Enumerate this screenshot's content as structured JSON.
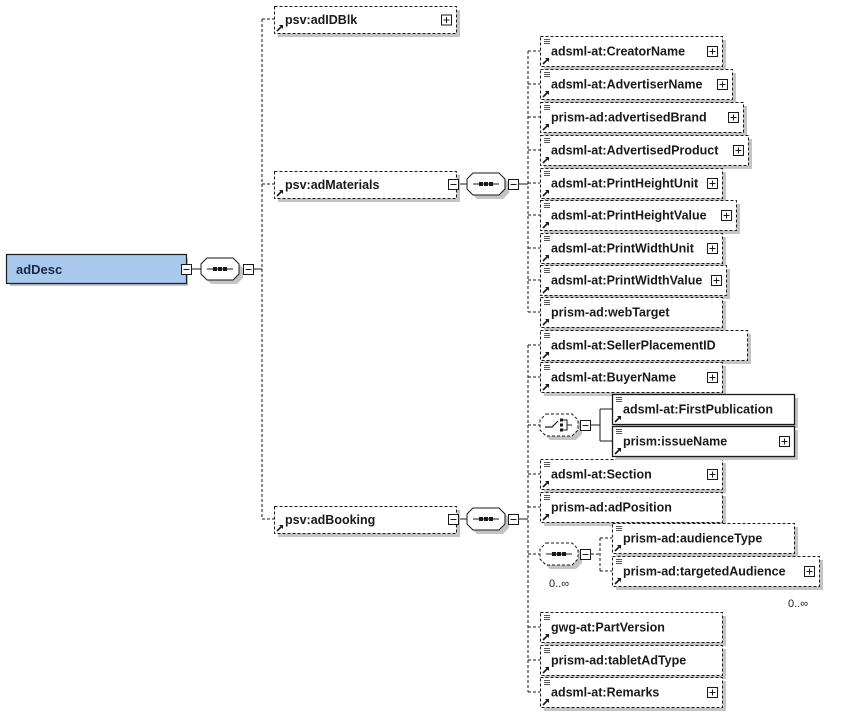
{
  "diagram": {
    "type": "xml-schema-tree",
    "colors": {
      "root_fill": "#a9c8ee",
      "root_border": "#1a1a1a",
      "shadow": "#c4c4c4",
      "line": "#1a1a1a",
      "box_fill": "#ffffff"
    },
    "root": {
      "label": "adDesc",
      "compositor": "sequence"
    },
    "level1": [
      {
        "id": "adIDBlk",
        "label": "psv:adIDBlk",
        "expand": "plus",
        "optional": true
      },
      {
        "id": "adMaterials",
        "label": "psv:adMaterials",
        "expand": "minus",
        "optional": true,
        "compositor": "sequence"
      },
      {
        "id": "adBooking",
        "label": "psv:adBooking",
        "expand": "minus",
        "optional": true,
        "compositor": "sequence"
      }
    ],
    "adMaterials_children": [
      {
        "label": "adsml-at:CreatorName",
        "expand": "plus",
        "optional": true
      },
      {
        "label": "adsml-at:AdvertiserName",
        "expand": "plus",
        "optional": true
      },
      {
        "label": "prism-ad:advertisedBrand",
        "expand": "plus",
        "optional": true
      },
      {
        "label": "adsml-at:AdvertisedProduct",
        "expand": "plus",
        "optional": true
      },
      {
        "label": "adsml-at:PrintHeightUnit",
        "expand": "plus",
        "optional": true
      },
      {
        "label": "adsml-at:PrintHeightValue",
        "expand": "plus",
        "optional": true
      },
      {
        "label": "adsml-at:PrintWidthUnit",
        "expand": "plus",
        "optional": true
      },
      {
        "label": "adsml-at:PrintWidthValue",
        "expand": "plus",
        "optional": true
      },
      {
        "label": "prism-ad:webTarget",
        "expand": "none",
        "optional": true
      }
    ],
    "adBooking_children": [
      {
        "label": "adsml-at:SellerPlacementID",
        "expand": "none",
        "optional": true
      },
      {
        "label": "adsml-at:BuyerName",
        "expand": "plus",
        "optional": true
      },
      {
        "type": "choice",
        "optional": true,
        "children": [
          {
            "label": "adsml-at:FirstPublication",
            "expand": "none",
            "optional": false
          },
          {
            "label": "prism:issueName",
            "expand": "plus",
            "optional": false
          }
        ]
      },
      {
        "label": "adsml-at:Section",
        "expand": "plus",
        "optional": true
      },
      {
        "label": "prism-ad:adPosition",
        "expand": "none",
        "optional": true
      },
      {
        "type": "sequence",
        "optional": true,
        "occurrence": "0..∞",
        "children": [
          {
            "label": "prism-ad:audienceType",
            "expand": "none",
            "optional": true
          },
          {
            "label": "prism-ad:targetedAudience",
            "expand": "plus",
            "optional": true,
            "occurrence": "0..∞"
          }
        ]
      },
      {
        "label": "gwg-at:PartVersion",
        "expand": "none",
        "optional": true
      },
      {
        "label": "prism-ad:tabletAdType",
        "expand": "none",
        "optional": true
      },
      {
        "label": "adsml-at:Remarks",
        "expand": "plus",
        "optional": true
      }
    ]
  }
}
